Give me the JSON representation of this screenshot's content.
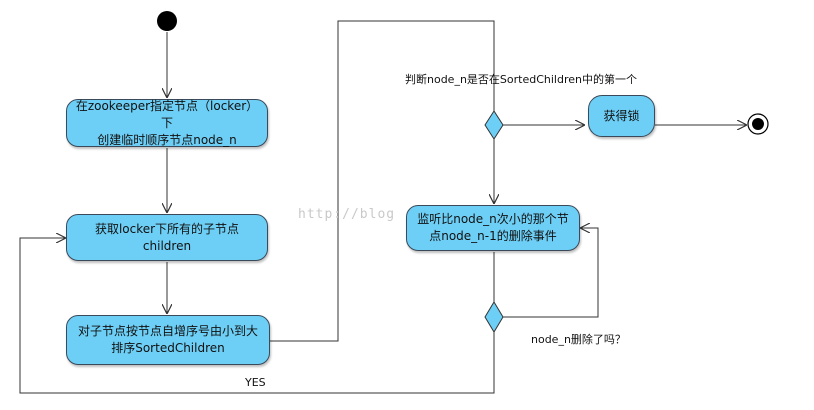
{
  "nodes": {
    "create_node": "在zookeeper指定节点（locker）下\n创建临时顺序节点node_n",
    "get_children": "获取locker下所有的子节点children",
    "sort_children": "对子节点按节点自增序号由小到大\n排序SortedChildren",
    "acquire_lock": "获得锁",
    "watch_delete": "监听比node_n次小的那个节\n点node_n-1的删除事件"
  },
  "labels": {
    "is_first_question": "判断node_n是否在SortedChildren中的第一个",
    "deleted_question": "node_n删除了吗？",
    "yes": "YES"
  },
  "watermark": "http://blog",
  "colors": {
    "node_fill": "#6ecff6",
    "line": "#333333"
  }
}
